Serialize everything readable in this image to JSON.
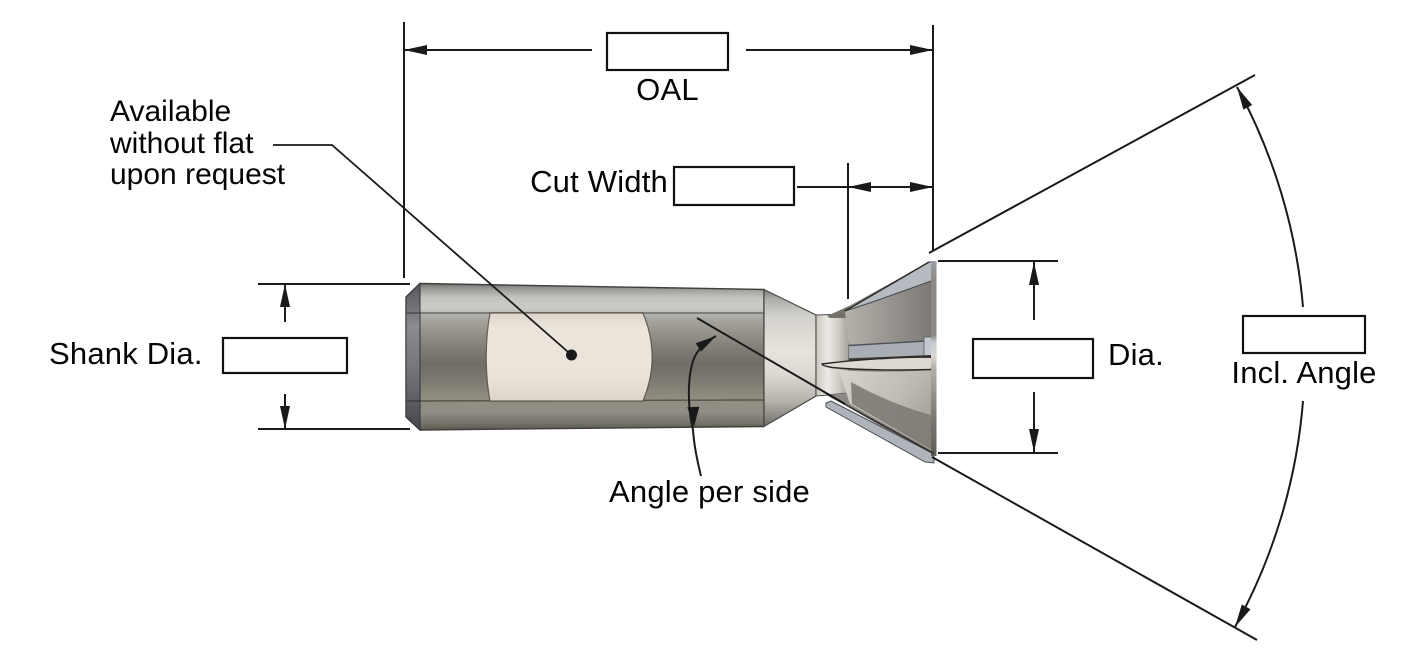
{
  "drawing": {
    "title": "Dovetail cutter dimension diagram",
    "labels": {
      "oal": "OAL",
      "cut_width": "Cut Width",
      "shank_dia": "Shank Dia.",
      "dia": "Dia.",
      "incl_angle": "Incl. Angle",
      "angle_per_side": "Angle per side"
    },
    "note": {
      "line1": "Available",
      "line2": "without flat",
      "line3": "upon request"
    },
    "value_boxes": {
      "oal": "",
      "cut_width": "",
      "shank_dia": "",
      "dia": "",
      "incl_angle": ""
    },
    "colors": {
      "background": "#ffffff",
      "line": "#1a1a1a",
      "steel_mid": "#8d8a85",
      "steel_light": "#e6e3dd",
      "flat_face": "#ece5dc",
      "tooth_edge": "#aeb4ba"
    }
  }
}
